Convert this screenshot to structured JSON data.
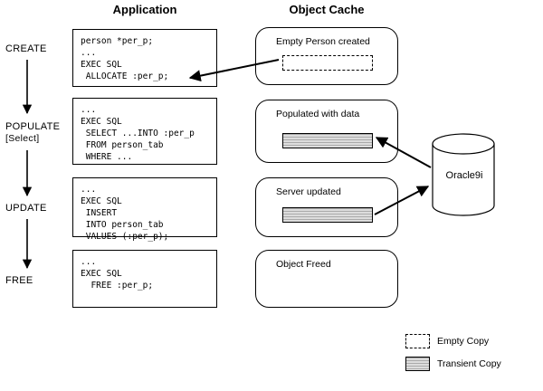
{
  "headers": {
    "application": "Application",
    "object_cache": "Object Cache"
  },
  "stages": [
    {
      "label": "CREATE",
      "sublabel": ""
    },
    {
      "label": "POPULATE",
      "sublabel": "[Select]"
    },
    {
      "label": "UPDATE",
      "sublabel": ""
    },
    {
      "label": "FREE",
      "sublabel": ""
    }
  ],
  "app_boxes": [
    {
      "lines": [
        "person *per_p;",
        "...",
        "EXEC SQL",
        " ALLOCATE :per_p;"
      ]
    },
    {
      "lines": [
        "...",
        "EXEC SQL",
        " SELECT ...INTO :per_p",
        " FROM person_tab",
        " WHERE ..."
      ]
    },
    {
      "lines": [
        "...",
        "EXEC SQL",
        " INSERT",
        " INTO person_tab",
        " VALUES (:per_p);"
      ]
    },
    {
      "lines": [
        "...",
        "EXEC SQL",
        "  FREE :per_p;"
      ]
    }
  ],
  "cache_boxes": [
    {
      "label": "Empty Person created",
      "copy": "empty"
    },
    {
      "label": "Populated with data",
      "copy": "transient"
    },
    {
      "label": "Server updated",
      "copy": "transient"
    },
    {
      "label": "Object Freed",
      "copy": "none"
    }
  ],
  "database": {
    "label": "Oracle9i"
  },
  "legend": [
    {
      "label": "Empty Copy",
      "swatch": "empty"
    },
    {
      "label": "Transient Copy",
      "swatch": "transient"
    }
  ]
}
